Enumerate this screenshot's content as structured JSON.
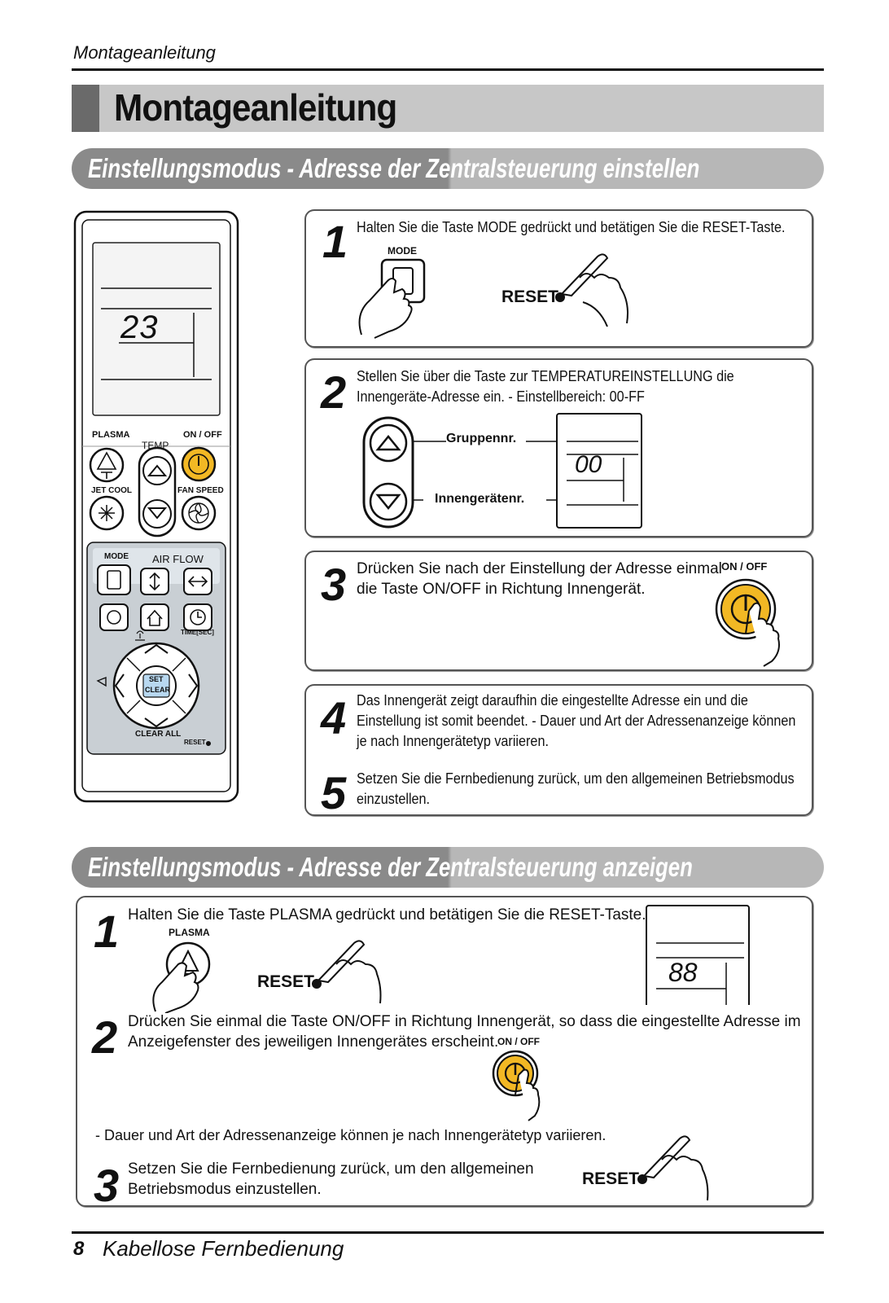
{
  "header": {
    "running_title": "Montageanleitung",
    "page_title": "Montageanleitung"
  },
  "remote": {
    "display_value": "23",
    "labels": {
      "plasma": "PLASMA",
      "temp": "TEMP",
      "on_off": "ON / OFF",
      "jet_cool": "JET COOL",
      "fan_speed": "FAN SPEED",
      "mode": "MODE",
      "air_flow": "AIR FLOW",
      "time_sec": "TIME[SEC]",
      "set": "SET",
      "clear": "CLEAR",
      "clear_all": "CLEAR ALL",
      "reset": "RESET"
    }
  },
  "section1": {
    "title": "Einstellungsmodus - Adresse der Zentralsteuerung einstellen",
    "steps": [
      {
        "number": "1",
        "text": [
          "Halten Sie die Taste MODE gedrückt und betätigen Sie die RESET-Taste."
        ],
        "button_label": "MODE",
        "reset_label": "RESET"
      },
      {
        "number": "2",
        "text": [
          "Stellen Sie über die Taste zur TEMPERATUREINSTELLUNG die",
          "Innengeräte-Adresse ein. - Einstellbereich: 00-FF"
        ],
        "label_group": "Gruppennr.",
        "label_unit": "Innengerätenr.",
        "display_value": "00"
      },
      {
        "number": "3",
        "text": [
          "Drücken Sie nach der Einstellung der Adresse einmal",
          "die Taste ON/OFF in Richtung Innengerät."
        ],
        "button_label": "ON / OFF"
      },
      {
        "number": "4",
        "text": [
          "Das Innengerät zeigt daraufhin die eingestellte Adresse ein und die",
          "Einstellung ist somit beendet. - Dauer und Art der Adressenanzeige können",
          "je nach Innengerätetyp variieren."
        ]
      },
      {
        "number": "5",
        "text": [
          "Setzen Sie die Fernbedienung zurück, um den allgemeinen Betriebsmodus",
          "einzustellen."
        ]
      }
    ]
  },
  "section2": {
    "title": "Einstellungsmodus - Adresse der Zentralsteuerung anzeigen",
    "steps": [
      {
        "number": "1",
        "text": [
          "Halten Sie die Taste PLASMA gedrückt und betätigen Sie die RESET-Taste."
        ],
        "button_label": "PLASMA",
        "reset_label": "RESET",
        "display_value": "88"
      },
      {
        "number": "2",
        "text": [
          "Drücken Sie einmal die Taste ON/OFF in Richtung Innengerät, so dass die eingestellte Adresse im",
          "Anzeigefenster des jeweiligen Innengerätes erscheint."
        ],
        "button_label": "ON / OFF"
      },
      {
        "number": "3",
        "text": [
          "Setzen Sie die Fernbedienung zurück, um den allgemeinen",
          "Betriebsmodus einzustellen."
        ],
        "reset_label": "RESET"
      }
    ],
    "note": "- Dauer und Art der Adressenanzeige können je nach Innengerätetyp variieren."
  },
  "footer": {
    "page_number": "8",
    "title": "Kabellose Fernbedienung"
  },
  "colors": {
    "onoff_yellow": "#f2b824",
    "title_gray": "#c7c7c7",
    "pill_dark": "#8a8a8a",
    "pill_light": "#b7b7b7",
    "remote_lower_panel": "#c9cfd4"
  }
}
